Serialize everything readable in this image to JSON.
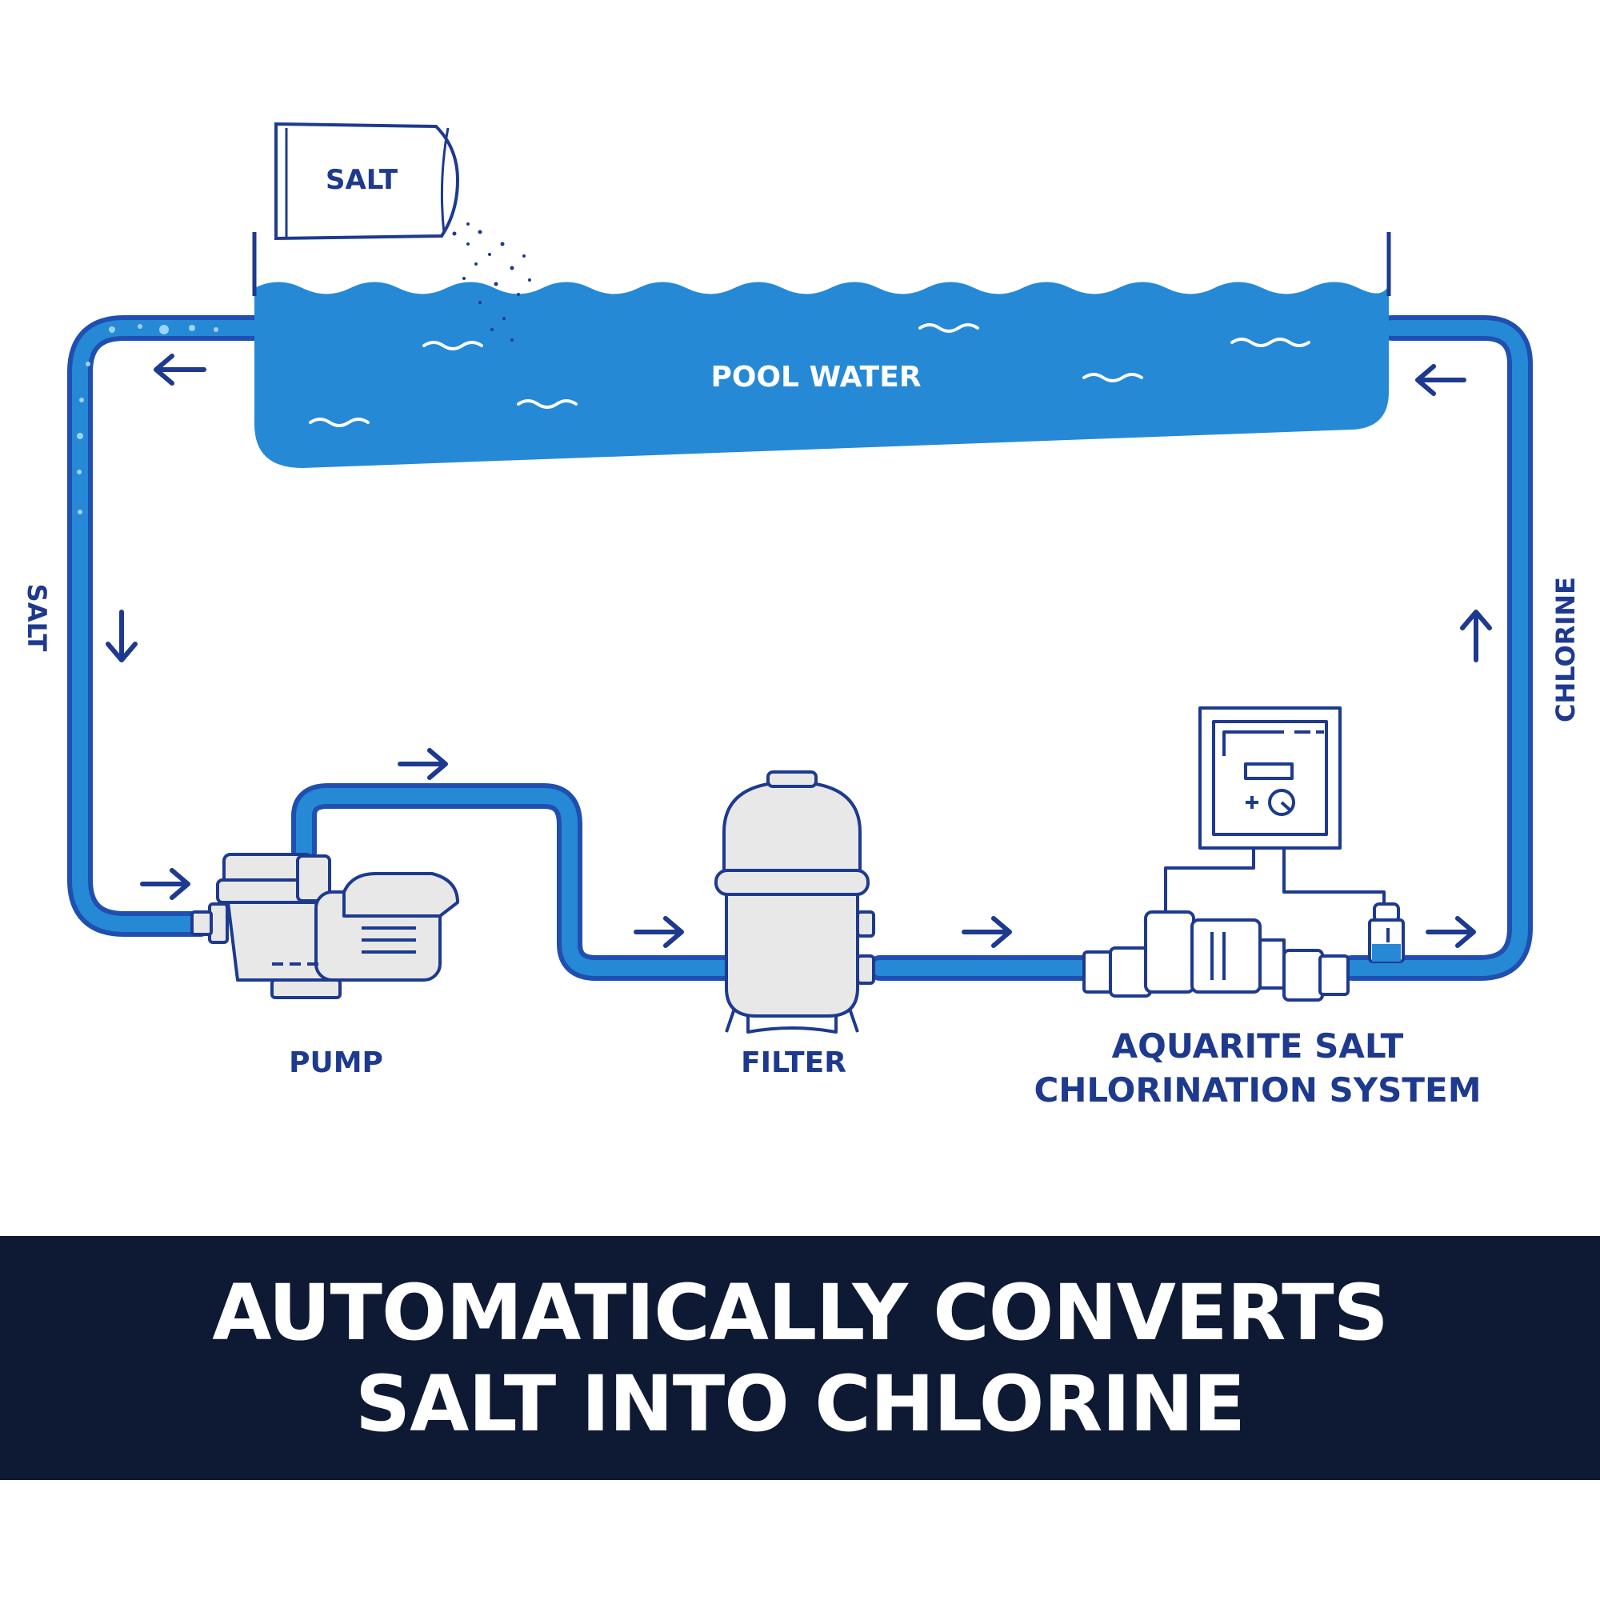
{
  "labels": {
    "salt_bag": "SALT",
    "pool_water": "POOL WATER",
    "left_side": "SALT",
    "right_side": "CHLORINE",
    "pump": "PUMP",
    "filter": "FILTER",
    "system_line1": "AQUARITE SALT",
    "system_line2": "CHLORINATION SYSTEM"
  },
  "banner": {
    "line1": "AUTOMATICALLY CONVERTS",
    "line2": "SALT INTO CHLORINE"
  },
  "colors": {
    "navy": "#1e3a8e",
    "water": "#2589d6",
    "pipe_outline": "#1f4fb0",
    "equipment_fill": "#e8e8e8",
    "banner_bg": "#0e1a33",
    "banner_text": "#ffffff"
  }
}
